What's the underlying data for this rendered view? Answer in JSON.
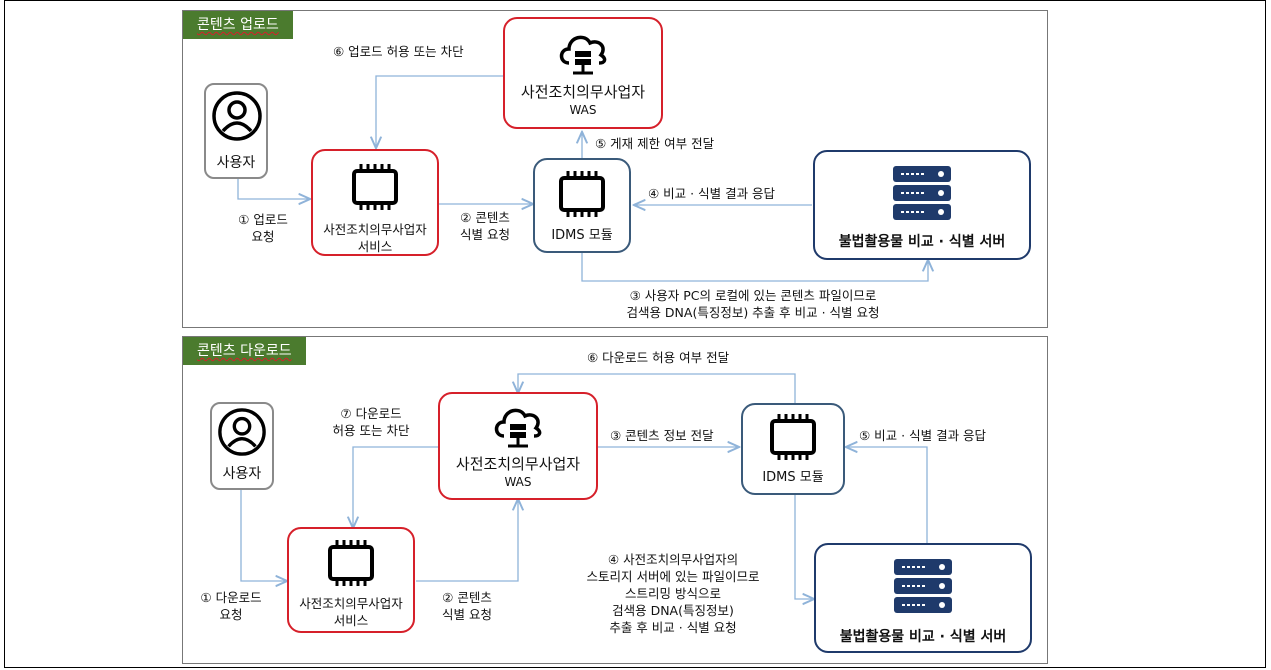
{
  "upload": {
    "title": "콘텐츠 업로드",
    "user": "사용자",
    "service": [
      "사전조치의무사업자",
      "서비스"
    ],
    "was": [
      "사전조치의무사업자",
      "WAS"
    ],
    "idms": "IDMS 모듈",
    "server": "불법촬용물 비교 · 식별 서버",
    "step1": [
      "① 업로드",
      "요청"
    ],
    "step2": [
      "② 콘텐츠",
      "식별 요청"
    ],
    "step3": [
      "③ 사용자 PC의 로컬에 있는 콘텐츠 파일이므로",
      "검색용 DNA(특징정보) 추출 후 비교 · 식별 요청"
    ],
    "step4": "④ 비교 · 식별 결과 응답",
    "step5": "⑤ 게재 제한 여부 전달",
    "step6": "⑥ 업로드 허용 또는 차단"
  },
  "download": {
    "title": "콘텐츠 다운로드",
    "user": "사용자",
    "service": [
      "사전조치의무사업자",
      "서비스"
    ],
    "was": [
      "사전조치의무사업자",
      "WAS"
    ],
    "idms": "IDMS 모듈",
    "server": "불법촬용물 비교 · 식별 서버",
    "step1": [
      "① 다운로드",
      "요청"
    ],
    "step2": [
      "② 콘텐츠",
      "식별 요청"
    ],
    "step3": "③ 콘텐츠 정보 전달",
    "step4": [
      "④ 사전조치의무사업자의",
      "스토리지 서버에 있는 파일이므로",
      "스트리밍 방식으로",
      "검색용 DNA(특징정보)",
      "추출 후 비교 · 식별 요청"
    ],
    "step5": "⑤ 비교 · 식별 결과 응답",
    "step6": "⑥ 다운로드 허용 여부 전달",
    "step7": [
      "⑦ 다운로드",
      "허용 또는 차단"
    ]
  },
  "colors": {
    "title_bg": "#4b7b2e",
    "service_border": "#d6202a",
    "idms_border": "#3a5a7a",
    "server_border": "#1f3a6b",
    "arrow": "#8fb3d9"
  }
}
